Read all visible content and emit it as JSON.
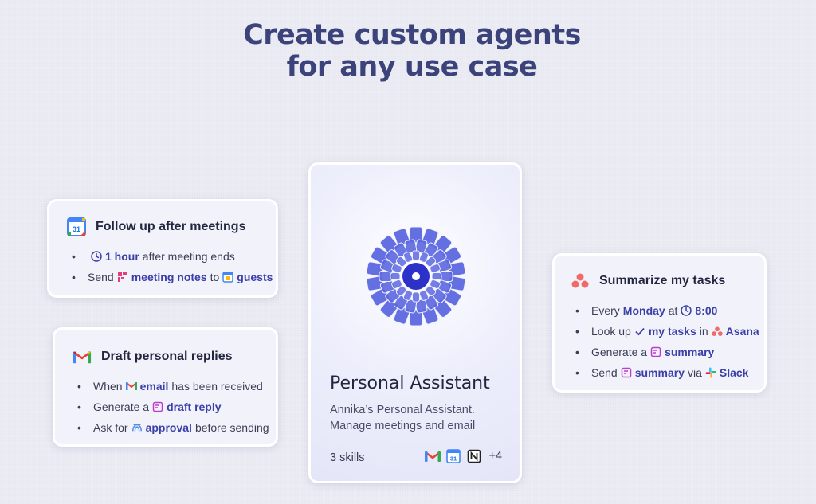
{
  "headline": {
    "line1": "Create custom agents",
    "line2": "for any use case"
  },
  "colors": {
    "accent": "#3b40a8",
    "headline": "#3b437a",
    "flower": "#5c67e0"
  },
  "cards": {
    "followup": {
      "title": "Follow up after meetings",
      "icon": "calendar-icon",
      "calendar_day": "31",
      "steps": [
        {
          "bullet": "•",
          "time": "1 hour",
          "text": "after meeting ends"
        },
        {
          "bullet": "•",
          "prefix": "Send",
          "notes": "meeting notes",
          "to": "to",
          "guests": "guests"
        }
      ]
    },
    "draft": {
      "title": "Draft personal replies",
      "icon": "gmail-icon",
      "steps": [
        {
          "bullet": "•",
          "prefix": "When",
          "email": "email",
          "text": "has been received"
        },
        {
          "bullet": "•",
          "prefix": "Generate a",
          "reply": "draft reply"
        },
        {
          "bullet": "•",
          "prefix": "Ask for",
          "approval": "approval",
          "text": "before sending"
        }
      ]
    },
    "summarize": {
      "title": "Summarize my tasks",
      "icon": "asana-icon",
      "steps": [
        {
          "bullet": "•",
          "prefix": "Every",
          "day": "Monday",
          "at": "at",
          "time": "8:00"
        },
        {
          "bullet": "•",
          "prefix": "Look up",
          "tasks": "my tasks",
          "in": "in",
          "app": "Asana"
        },
        {
          "bullet": "•",
          "prefix": "Generate a",
          "summary": "summary"
        },
        {
          "bullet": "•",
          "prefix": "Send",
          "summary": "summary",
          "via": "via",
          "app": "Slack"
        }
      ]
    },
    "assistant": {
      "title": "Personal Assistant",
      "desc_line1": "Annika’s Personal Assistant.",
      "desc_line2": "Manage meetings and email",
      "skills": "3 skills",
      "skill_icons": [
        "gmail-icon",
        "calendar-icon",
        "notion-icon"
      ],
      "calendar_day": "31",
      "more": "+4"
    }
  }
}
